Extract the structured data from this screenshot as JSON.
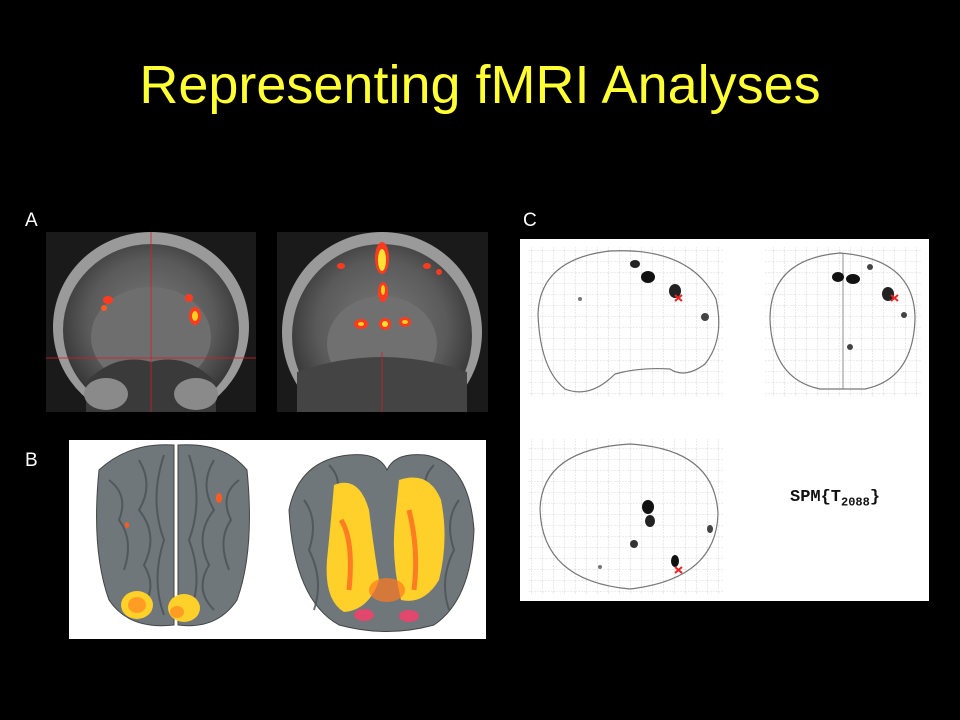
{
  "slide": {
    "title": "Representing fMRI Analyses"
  },
  "panels": {
    "a": {
      "label": "A"
    },
    "b": {
      "label": "B"
    },
    "c": {
      "label": "C",
      "stat_prefix": "SPM{T",
      "stat_subscript": "2088",
      "stat_suffix": "}"
    }
  },
  "colors": {
    "title": "#ffff33",
    "background": "#000000",
    "activation": "#ff3b1f",
    "activation_hot": "#ffe234"
  }
}
